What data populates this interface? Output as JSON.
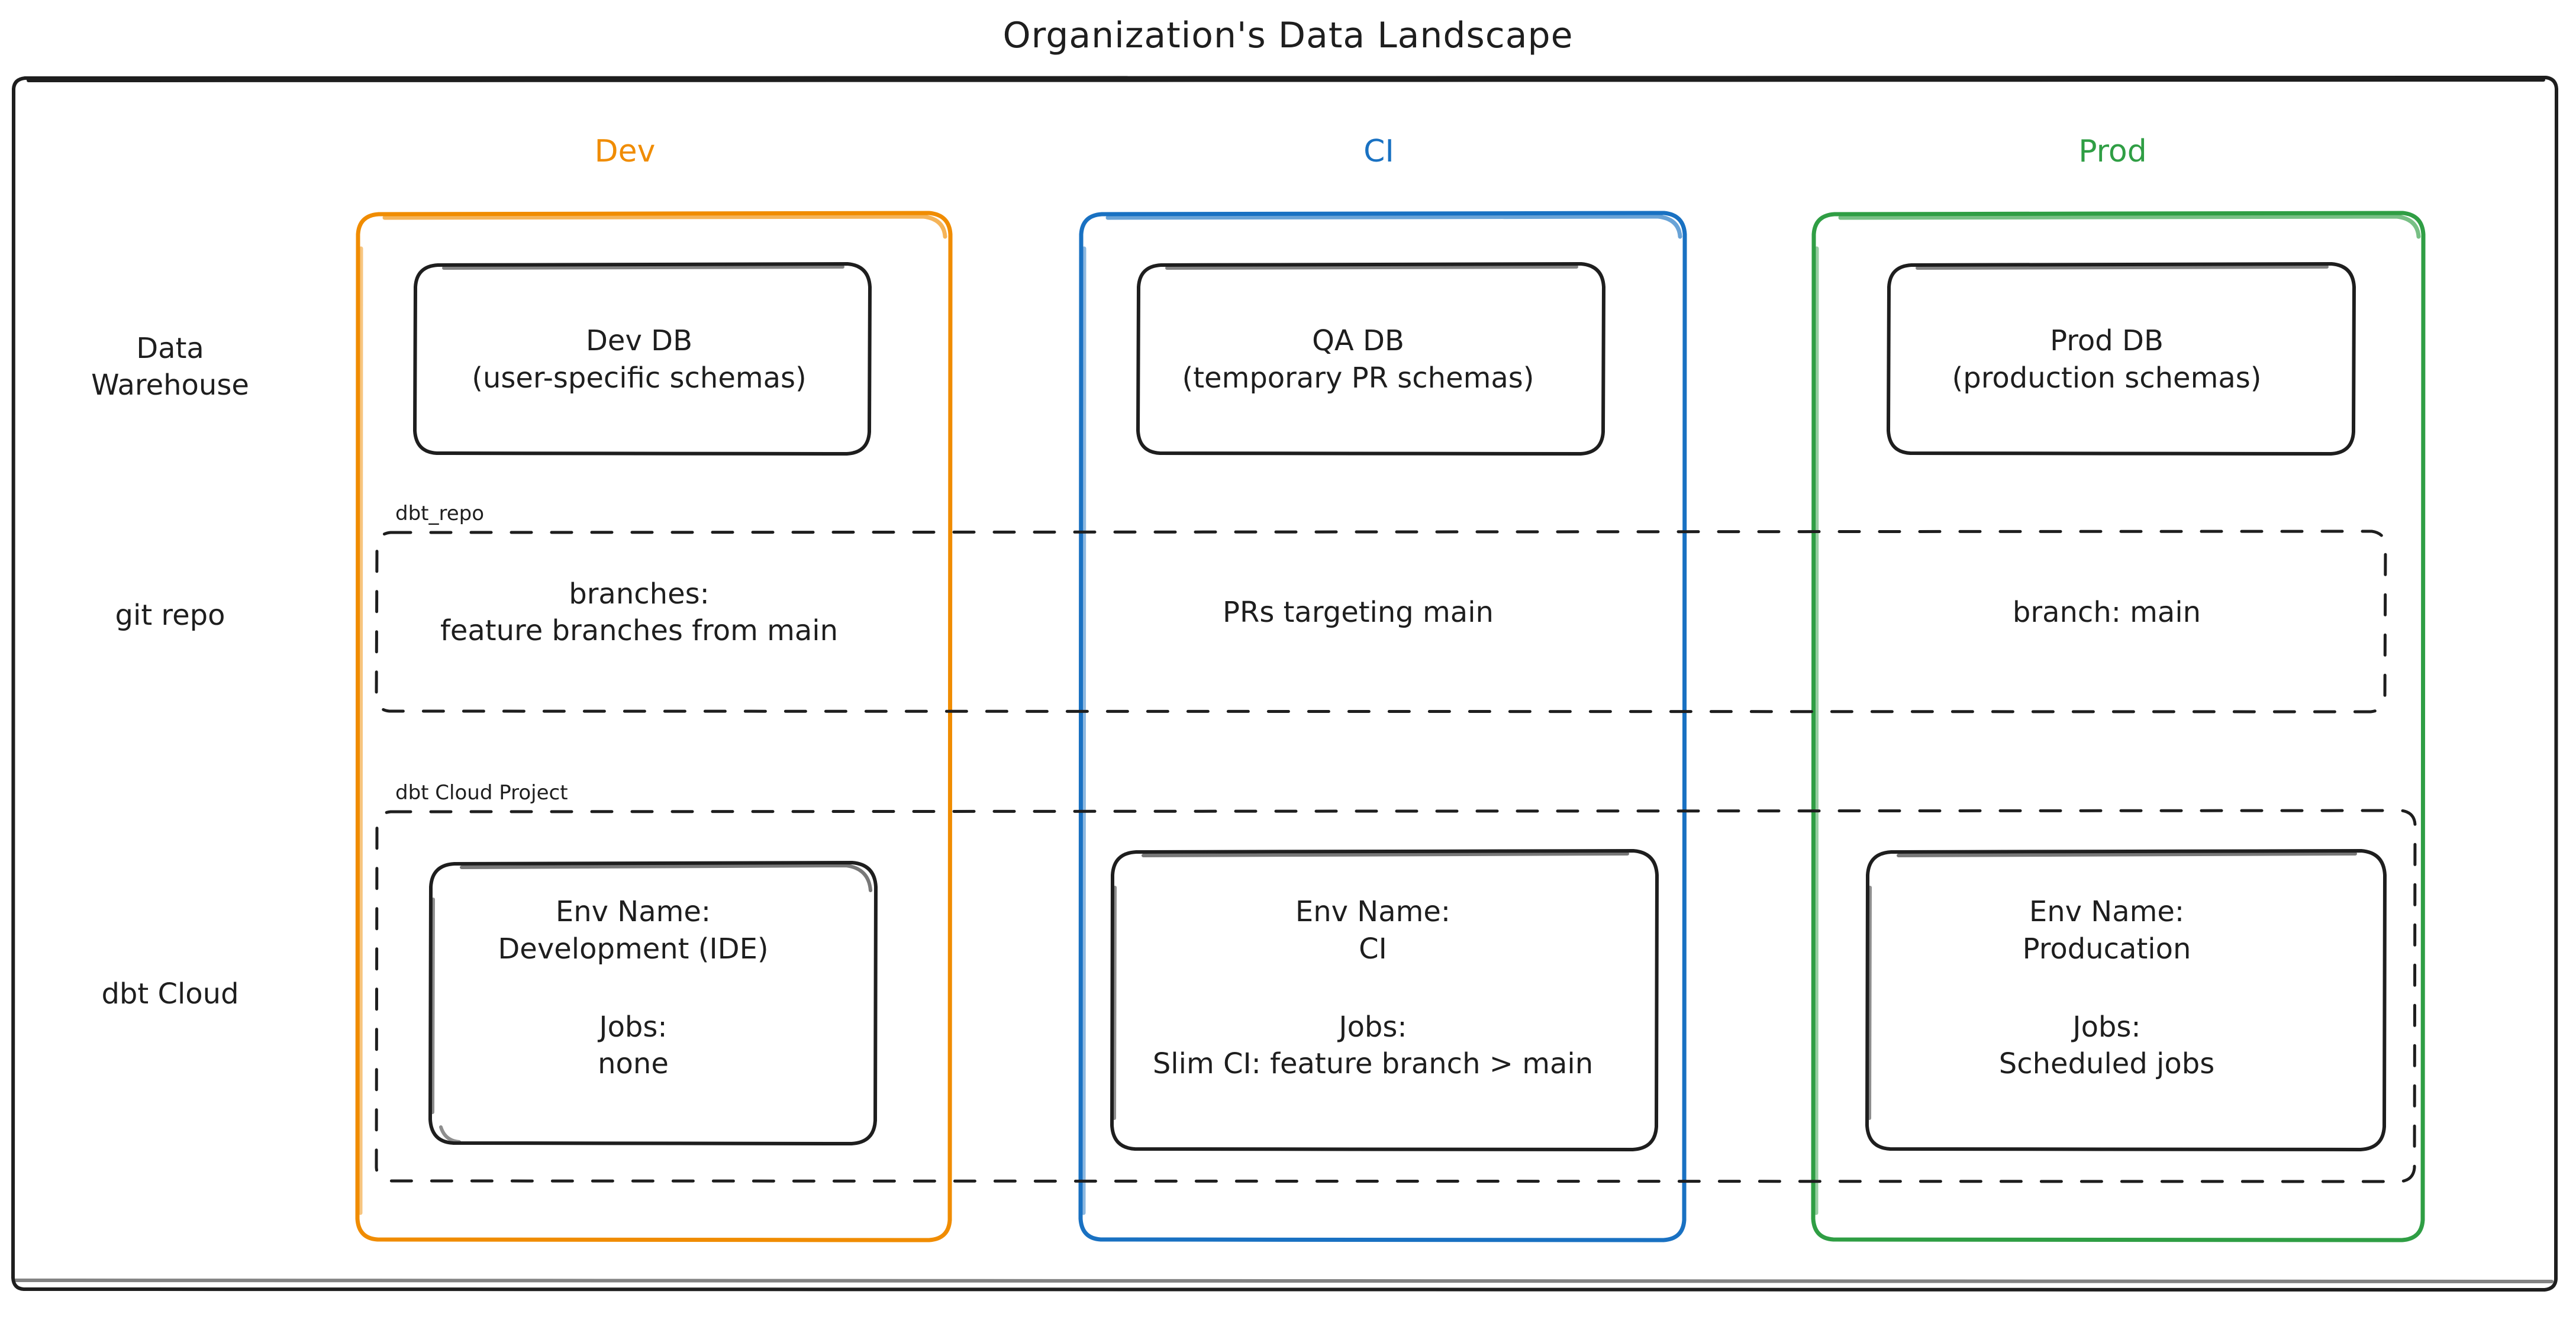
{
  "diagram": {
    "title": "Organization's Data Landscape",
    "type": "architecture-diagram",
    "style": "hand-drawn",
    "background": "#ffffff",
    "stroke": "#1e1e1e"
  },
  "colors": {
    "dev": "#f08c00",
    "ci": "#1971c2",
    "prod": "#2f9e44",
    "ink": "#1e1e1e"
  },
  "columns": [
    {
      "key": "dev",
      "label": "Dev",
      "color": "#f08c00"
    },
    {
      "key": "ci",
      "label": "CI",
      "color": "#1971c2"
    },
    {
      "key": "prod",
      "label": "Prod",
      "color": "#2f9e44"
    }
  ],
  "rows": [
    {
      "key": "warehouse",
      "label": "Data\nWarehouse"
    },
    {
      "key": "git",
      "label": "git repo"
    },
    {
      "key": "dbtcloud",
      "label": "dbt Cloud"
    }
  ],
  "groups": [
    {
      "key": "repo",
      "label": "dbt_repo",
      "row": "git"
    },
    {
      "key": "project",
      "label": "dbt Cloud Project",
      "row": "dbtcloud"
    }
  ],
  "nodes": {
    "warehouse": {
      "dev": {
        "title": "Dev DB",
        "detail": "(user-specific schemas)"
      },
      "ci": {
        "title": "QA DB",
        "detail": "(temporary PR schemas)"
      },
      "prod": {
        "title": "Prod DB",
        "detail": "(production schemas)"
      }
    },
    "git": {
      "dev": {
        "text": "branches:\nfeature branches from main"
      },
      "ci": {
        "text": "PRs targeting main"
      },
      "prod": {
        "text": "branch: main"
      }
    },
    "dbtcloud": {
      "dev": {
        "env_label": "Env Name:",
        "env_value": "Development (IDE)",
        "jobs_label": "Jobs:",
        "jobs_value": "none"
      },
      "ci": {
        "env_label": "Env Name:",
        "env_value": "CI",
        "jobs_label": "Jobs:",
        "jobs_value": "Slim CI: feature branch > main"
      },
      "prod": {
        "env_label": "Env Name:",
        "env_value": "Producation",
        "jobs_label": "Jobs:",
        "jobs_value": "Scheduled jobs"
      }
    }
  }
}
